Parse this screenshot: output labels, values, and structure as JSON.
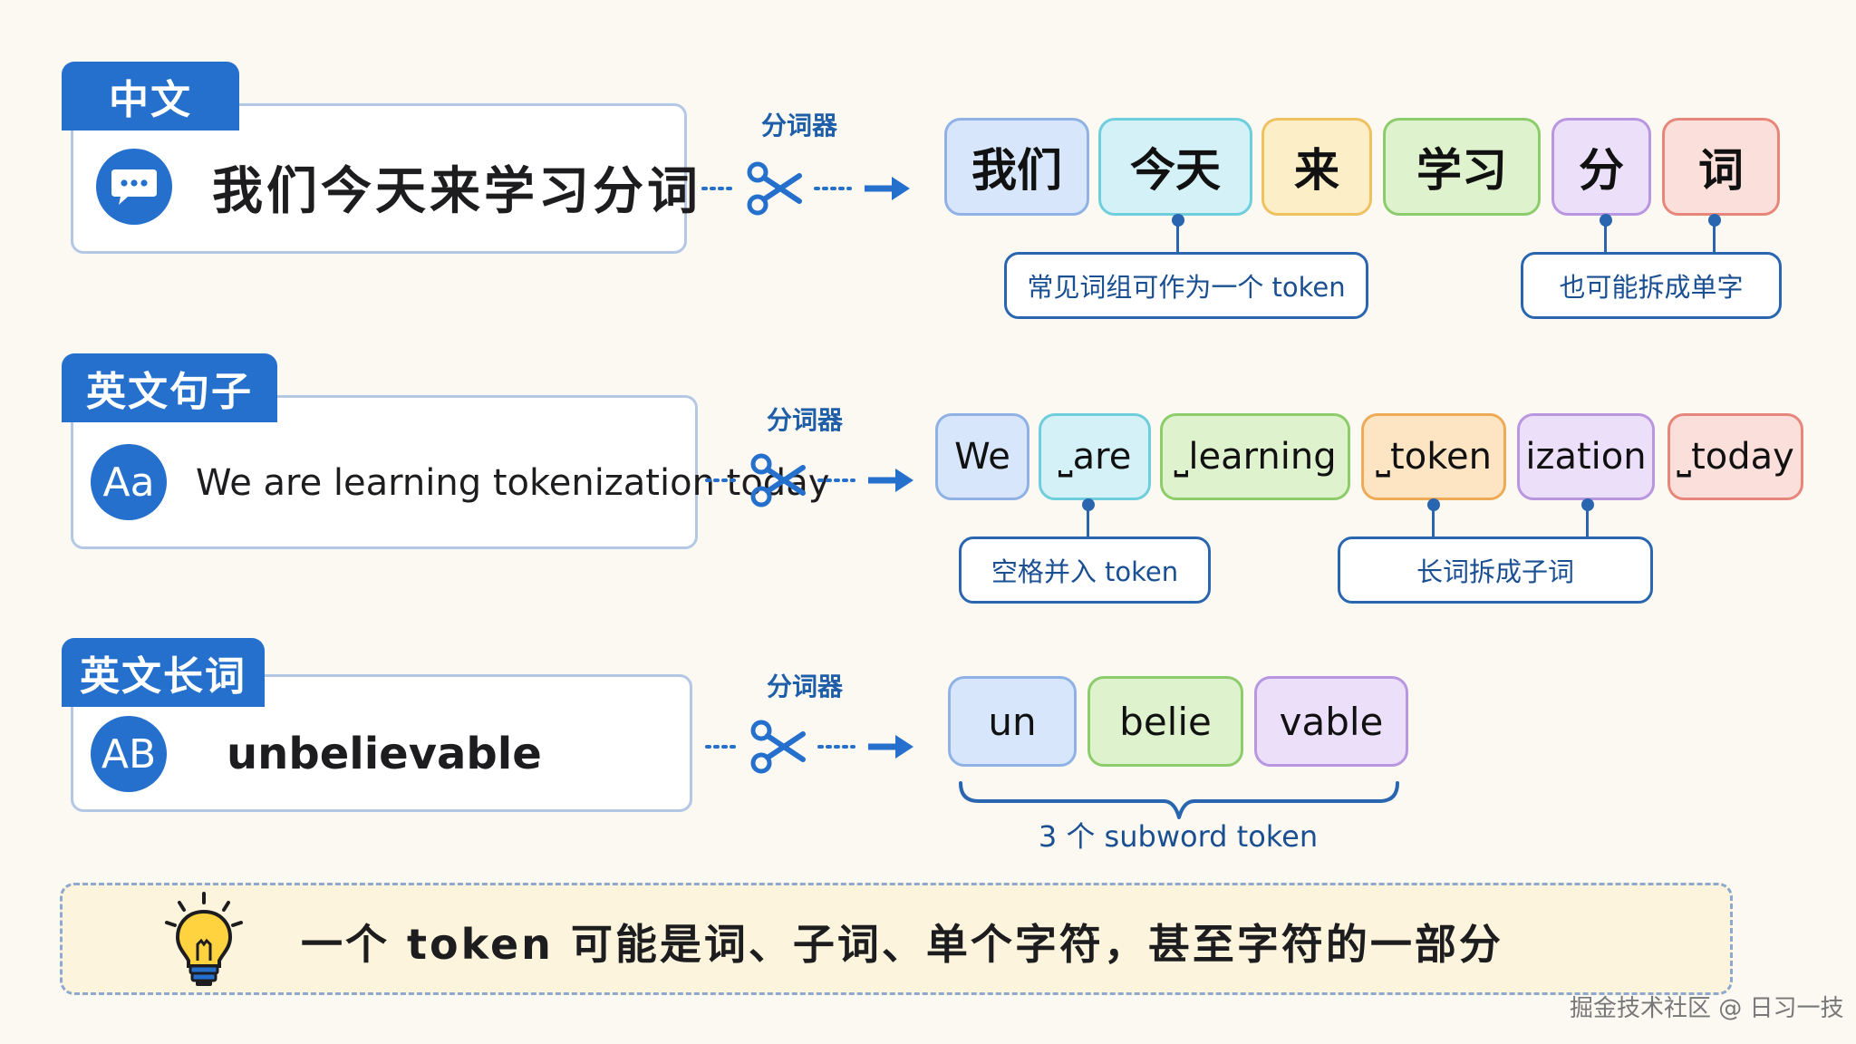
{
  "sections": {
    "zh": {
      "label": "中文",
      "input": "我们今天来学习分词",
      "tokenizer": "分词器",
      "tokens": [
        "我们",
        "今天",
        "来",
        "学习",
        "分",
        "词"
      ],
      "notes": [
        "常见词组可作为一个 token",
        "也可能拆成单字"
      ]
    },
    "en_sentence": {
      "label": "英文句子",
      "badge": "Aa",
      "input": "We are learning tokenization today",
      "tokenizer": "分词器",
      "tokens": [
        "We",
        "⎵are",
        "⎵learning",
        "⎵token",
        "ization",
        "⎵today"
      ],
      "notes": [
        "空格并入 token",
        "长词拆成子词"
      ]
    },
    "en_word": {
      "label": "英文长词",
      "badge": "AB",
      "input": "unbelievable",
      "tokenizer": "分词器",
      "tokens": [
        "un",
        "belie",
        "vable"
      ],
      "note": "3 个 subword token"
    }
  },
  "footer": {
    "tip": "一个 token 可能是词、子词、单个字符，甚至字符的一部分"
  },
  "watermark": "掘金技术社区 @ 日习一技",
  "icons": [
    "chat-bubble-icon",
    "scissors-icon",
    "arrow-right-icon",
    "lightbulb-icon"
  ],
  "colors": {
    "accent": "#2470cc",
    "note_border": "#2a66b0",
    "background": "#fbf9f2"
  }
}
